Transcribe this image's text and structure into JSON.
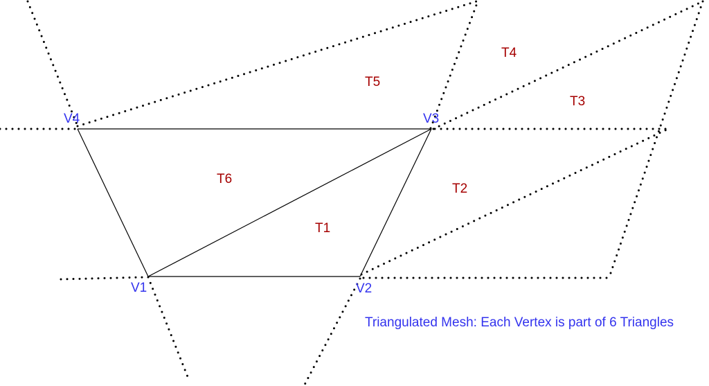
{
  "colors": {
    "vertex_label": "#3333ee",
    "triangle_label": "#a50000",
    "caption": "#3333ee",
    "edges": "#000000"
  },
  "vertices": [
    {
      "id": "V1",
      "label": "V1"
    },
    {
      "id": "V2",
      "label": "V2"
    },
    {
      "id": "V3",
      "label": "V3"
    },
    {
      "id": "V4",
      "label": "V4"
    }
  ],
  "triangles": [
    {
      "id": "T1",
      "label": "T1"
    },
    {
      "id": "T2",
      "label": "T2"
    },
    {
      "id": "T3",
      "label": "T3"
    },
    {
      "id": "T4",
      "label": "T4"
    },
    {
      "id": "T5",
      "label": "T5"
    },
    {
      "id": "T6",
      "label": "T6"
    }
  ],
  "caption": "Triangulated Mesh: Each Vertex is part of 6 Triangles"
}
